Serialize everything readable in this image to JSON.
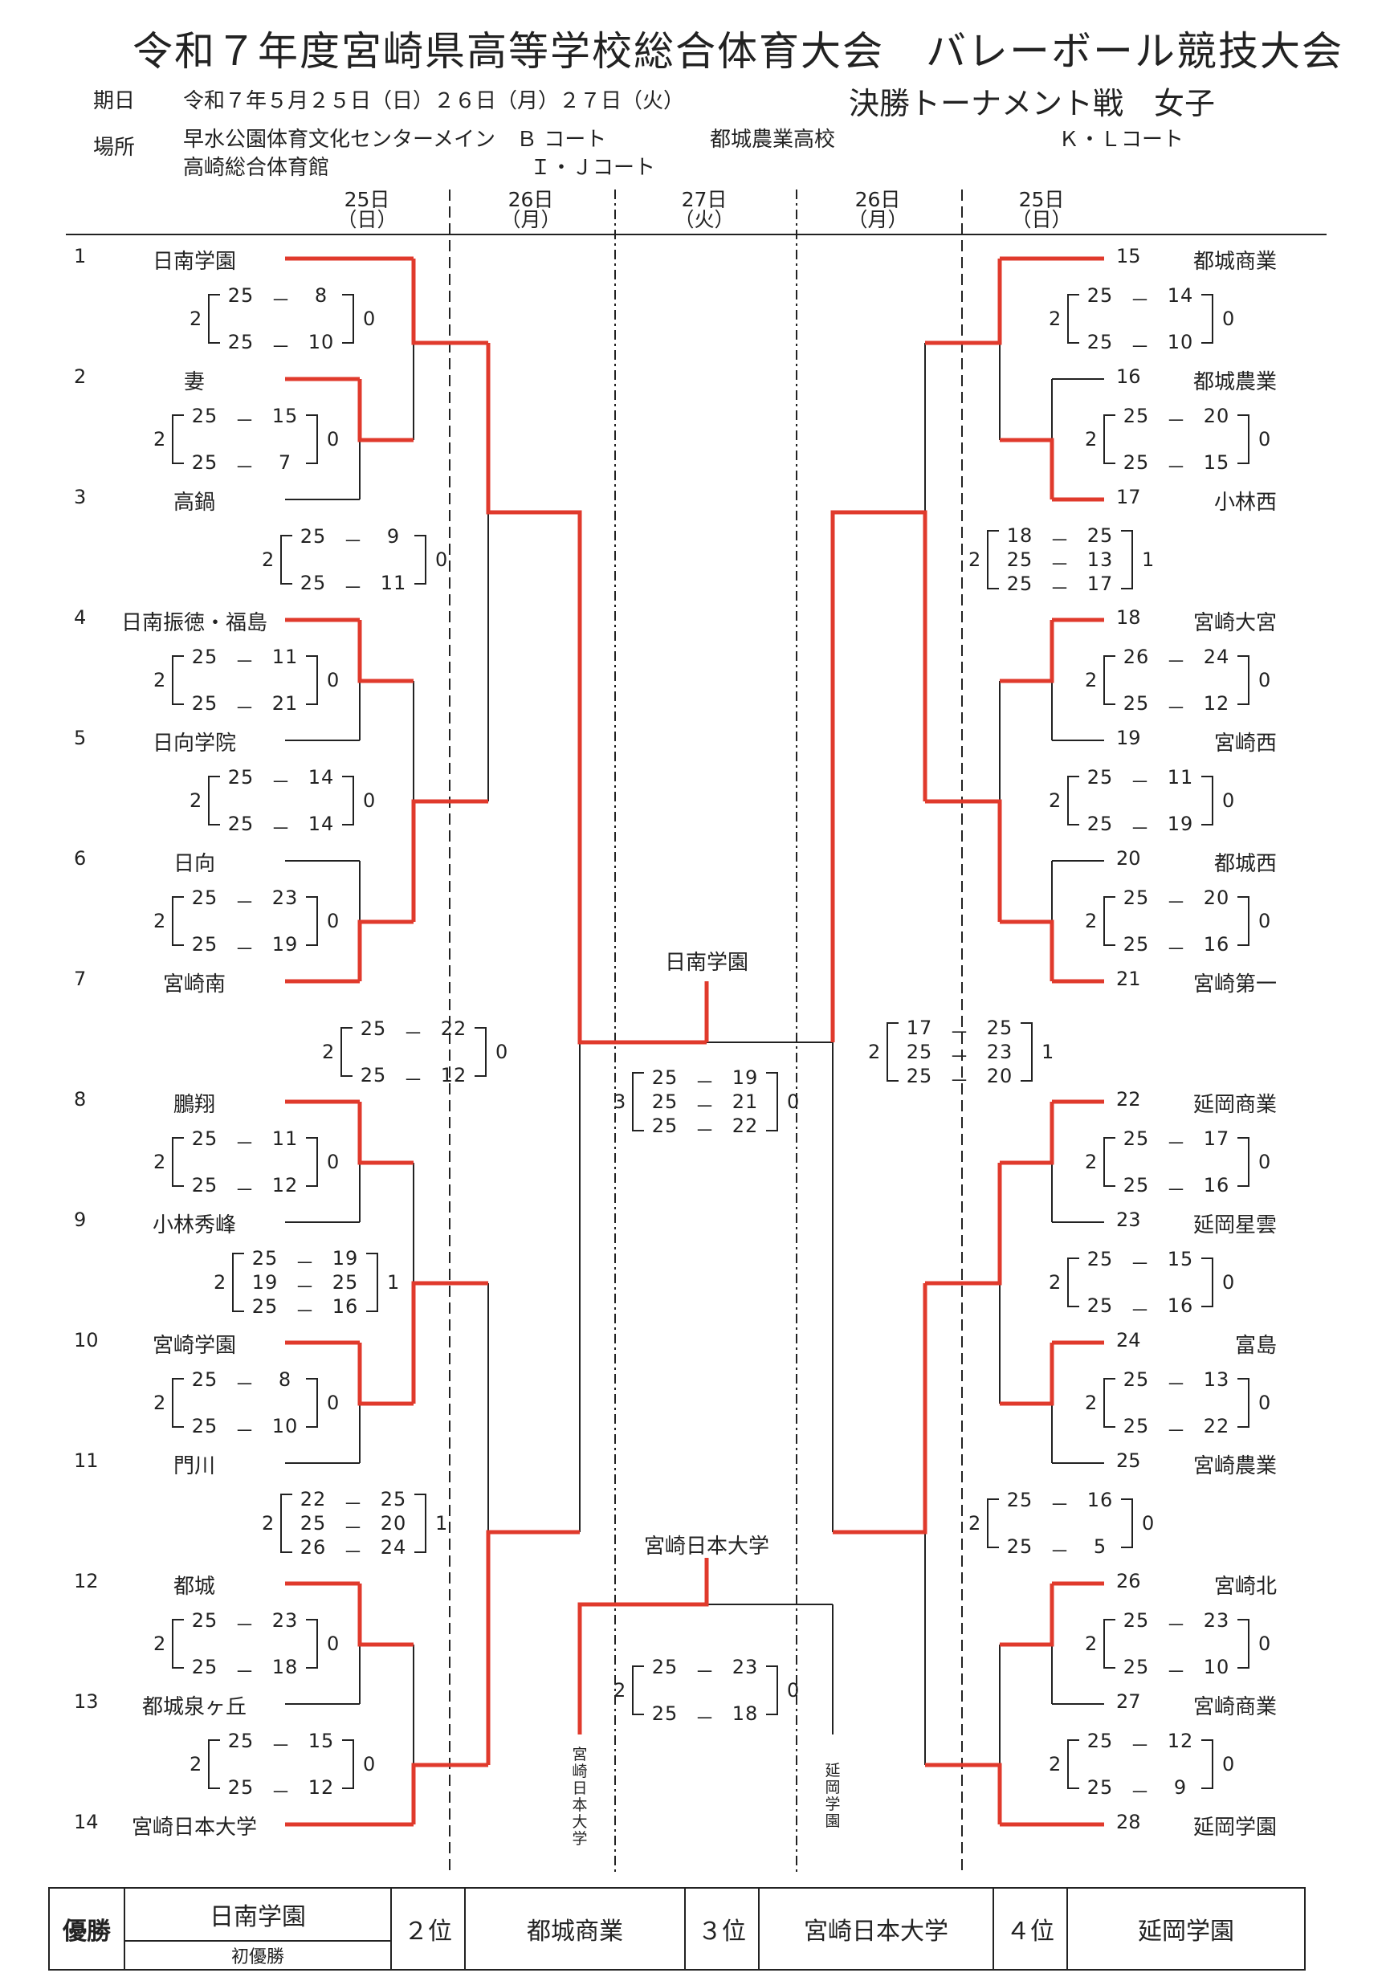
{
  "header": {
    "title": "令和７年度宮崎県高等学校総合体育大会　バレーボール競技大会",
    "dates_label": "期日",
    "dates_value": "令和７年５月２５日（日）２６日（月）２７日（火）",
    "subtitle": "決勝トーナメント戦　女子",
    "venue_label": "場所",
    "venue_1": "早水公園体育文化センターメイン　Ｂ コート",
    "venue_2": "高崎総合体育館",
    "venue_3": "Ｉ・Ｊコート",
    "venue_4": "都城農業高校",
    "venue_5": "Ｋ・Ｌコート"
  },
  "day_headers": [
    {
      "date": "25日",
      "dow": "（日）"
    },
    {
      "date": "26日",
      "dow": "（月）"
    },
    {
      "date": "27日",
      "dow": "（火）"
    },
    {
      "date": "26日",
      "dow": "（月）"
    },
    {
      "date": "25日",
      "dow": "（日）"
    }
  ],
  "left_teams": [
    {
      "num": "1",
      "name": "日南学園"
    },
    {
      "num": "2",
      "name": "妻"
    },
    {
      "num": "3",
      "name": "高鍋"
    },
    {
      "num": "4",
      "name": "日南振徳・福島"
    },
    {
      "num": "5",
      "name": "日向学院"
    },
    {
      "num": "6",
      "name": "日向"
    },
    {
      "num": "7",
      "name": "宮崎南"
    },
    {
      "num": "8",
      "name": "鵬翔"
    },
    {
      "num": "9",
      "name": "小林秀峰"
    },
    {
      "num": "10",
      "name": "宮崎学園"
    },
    {
      "num": "11",
      "name": "門川"
    },
    {
      "num": "12",
      "name": "都城"
    },
    {
      "num": "13",
      "name": "都城泉ヶ丘"
    },
    {
      "num": "14",
      "name": "宮崎日本大学"
    }
  ],
  "right_teams": [
    {
      "num": "15",
      "name": "都城商業"
    },
    {
      "num": "16",
      "name": "都城農業"
    },
    {
      "num": "17",
      "name": "小林西"
    },
    {
      "num": "18",
      "name": "宮崎大宮"
    },
    {
      "num": "19",
      "name": "宮崎西"
    },
    {
      "num": "20",
      "name": "都城西"
    },
    {
      "num": "21",
      "name": "宮崎第一"
    },
    {
      "num": "22",
      "name": "延岡商業"
    },
    {
      "num": "23",
      "name": "延岡星雲"
    },
    {
      "num": "24",
      "name": "富島"
    },
    {
      "num": "25",
      "name": "宮崎農業"
    },
    {
      "num": "26",
      "name": "宮崎北"
    },
    {
      "num": "27",
      "name": "宮崎商業"
    },
    {
      "num": "28",
      "name": "延岡学園"
    }
  ],
  "left_scores": [
    {
      "sets": [
        [
          "25",
          "8"
        ],
        [
          "25",
          "10"
        ]
      ],
      "wl": "2",
      "wr": "0"
    },
    {
      "sets": [
        [
          "25",
          "15"
        ],
        [
          "25",
          "7"
        ]
      ],
      "wl": "2",
      "wr": "0"
    },
    {
      "sets": [
        [
          "25",
          "9"
        ],
        [
          "25",
          "11"
        ]
      ],
      "wl": "2",
      "wr": "0"
    },
    {
      "sets": [
        [
          "25",
          "11"
        ],
        [
          "25",
          "21"
        ]
      ],
      "wl": "2",
      "wr": "0"
    },
    {
      "sets": [
        [
          "25",
          "14"
        ],
        [
          "25",
          "14"
        ]
      ],
      "wl": "2",
      "wr": "0"
    },
    {
      "sets": [
        [
          "25",
          "23"
        ],
        [
          "25",
          "19"
        ]
      ],
      "wl": "2",
      "wr": "0"
    },
    {
      "sets": [
        [
          "25",
          "22"
        ],
        [
          "25",
          "12"
        ]
      ],
      "wl": "2",
      "wr": "0"
    },
    {
      "sets": [
        [
          "25",
          "11"
        ],
        [
          "25",
          "12"
        ]
      ],
      "wl": "2",
      "wr": "0"
    },
    {
      "sets": [
        [
          "25",
          "19"
        ],
        [
          "19",
          "25"
        ],
        [
          "25",
          "16"
        ]
      ],
      "wl": "2",
      "wr": "1"
    },
    {
      "sets": [
        [
          "25",
          "8"
        ],
        [
          "25",
          "10"
        ]
      ],
      "wl": "2",
      "wr": "0"
    },
    {
      "sets": [
        [
          "22",
          "25"
        ],
        [
          "25",
          "20"
        ],
        [
          "26",
          "24"
        ]
      ],
      "wl": "2",
      "wr": "1"
    },
    {
      "sets": [
        [
          "25",
          "23"
        ],
        [
          "25",
          "18"
        ]
      ],
      "wl": "2",
      "wr": "0"
    },
    {
      "sets": [
        [
          "25",
          "15"
        ],
        [
          "25",
          "12"
        ]
      ],
      "wl": "2",
      "wr": "0"
    }
  ],
  "right_scores": [
    {
      "sets": [
        [
          "25",
          "14"
        ],
        [
          "25",
          "10"
        ]
      ],
      "wl": "2",
      "wr": "0"
    },
    {
      "sets": [
        [
          "25",
          "20"
        ],
        [
          "25",
          "15"
        ]
      ],
      "wl": "2",
      "wr": "0"
    },
    {
      "sets": [
        [
          "18",
          "25"
        ],
        [
          "25",
          "13"
        ],
        [
          "25",
          "17"
        ]
      ],
      "wl": "2",
      "wr": "1"
    },
    {
      "sets": [
        [
          "26",
          "24"
        ],
        [
          "25",
          "12"
        ]
      ],
      "wl": "2",
      "wr": "0"
    },
    {
      "sets": [
        [
          "25",
          "11"
        ],
        [
          "25",
          "19"
        ]
      ],
      "wl": "2",
      "wr": "0"
    },
    {
      "sets": [
        [
          "25",
          "20"
        ],
        [
          "25",
          "16"
        ]
      ],
      "wl": "2",
      "wr": "0"
    },
    {
      "sets": [
        [
          "17",
          "25"
        ],
        [
          "25",
          "23"
        ],
        [
          "25",
          "20"
        ]
      ],
      "wl": "2",
      "wr": "1"
    },
    {
      "sets": [
        [
          "25",
          "17"
        ],
        [
          "25",
          "16"
        ]
      ],
      "wl": "2",
      "wr": "0"
    },
    {
      "sets": [
        [
          "25",
          "15"
        ],
        [
          "25",
          "16"
        ]
      ],
      "wl": "2",
      "wr": "0"
    },
    {
      "sets": [
        [
          "25",
          "13"
        ],
        [
          "25",
          "22"
        ]
      ],
      "wl": "2",
      "wr": "0"
    },
    {
      "sets": [
        [
          "25",
          "16"
        ],
        [
          "25",
          "5"
        ]
      ],
      "wl": "2",
      "wr": "0"
    },
    {
      "sets": [
        [
          "25",
          "23"
        ],
        [
          "25",
          "10"
        ]
      ],
      "wl": "2",
      "wr": "0"
    },
    {
      "sets": [
        [
          "25",
          "12"
        ],
        [
          "25",
          "9"
        ]
      ],
      "wl": "2",
      "wr": "0"
    }
  ],
  "final": {
    "winner": "日南学園",
    "sets": [
      [
        "25",
        "19"
      ],
      [
        "25",
        "21"
      ],
      [
        "25",
        "22"
      ]
    ],
    "wl": "3",
    "wr": "0"
  },
  "third_place": {
    "winner": "宮崎日本大学",
    "sets": [
      [
        "25",
        "23"
      ],
      [
        "25",
        "18"
      ]
    ],
    "wl": "2",
    "wr": "0",
    "left_name": "宮崎日本大学",
    "right_name": "延岡学園"
  },
  "results": {
    "first_label": "優勝",
    "first": "日南学園",
    "first_note": "初優勝",
    "second_label": "２位",
    "second": "都城商業",
    "third_label": "３位",
    "third": "宮崎日本大学",
    "fourth_label": "４位",
    "fourth": "延岡学園"
  },
  "colors": {
    "win_line": "#e03a2c",
    "line": "#222222"
  }
}
